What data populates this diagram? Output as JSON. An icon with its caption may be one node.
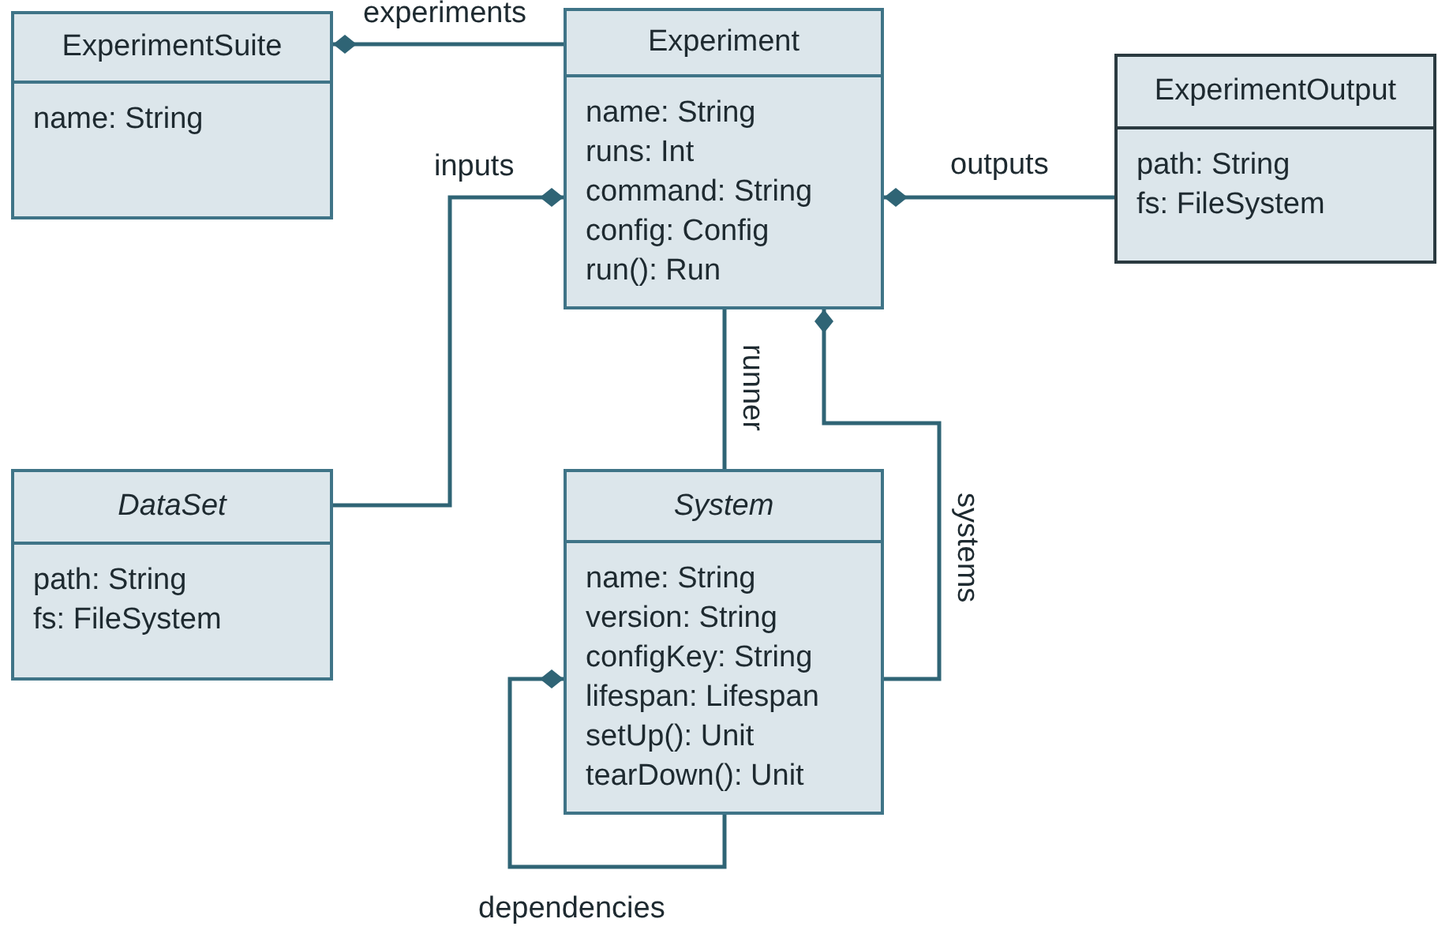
{
  "diagram": {
    "nodes": [
      {
        "text": [
          "ExperimentSuite",
          "name: String"
        ]
      },
      {
        "text": [
          "Experiment",
          "name: String",
          "runs: Int",
          "command: String",
          "config: Config",
          "run(): Run"
        ]
      },
      {
        "text": [
          "ExperimentOutput",
          "path: String",
          "fs: FileSystem"
        ]
      },
      {
        "text": [
          "*DataSet*",
          "path: String",
          "fs: FileSystem"
        ]
      },
      {
        "text": [
          "*System*",
          "name: String",
          "version: String",
          "configKey: String",
          "lifespan: Lifespan",
          "setUp(): Unit",
          "tearDown(): Unit"
        ]
      }
    ],
    "edges": [
      {
        "from": 0,
        "to": 1,
        "arrow": "other",
        "label": "experiments"
      },
      {
        "from": 1,
        "to": 3,
        "arrow": "other",
        "label": "inputs"
      },
      {
        "from": 1,
        "to": 2,
        "arrow": "other",
        "label": "outputs"
      },
      {
        "from": 1,
        "to": 4,
        "arrow": "none",
        "label": "runner"
      },
      {
        "from": 1,
        "to": 4,
        "arrow": "other",
        "label": "systems"
      },
      {
        "from": 4,
        "to": 4,
        "arrow": "other",
        "label": "dependencies"
      }
    ]
  }
}
